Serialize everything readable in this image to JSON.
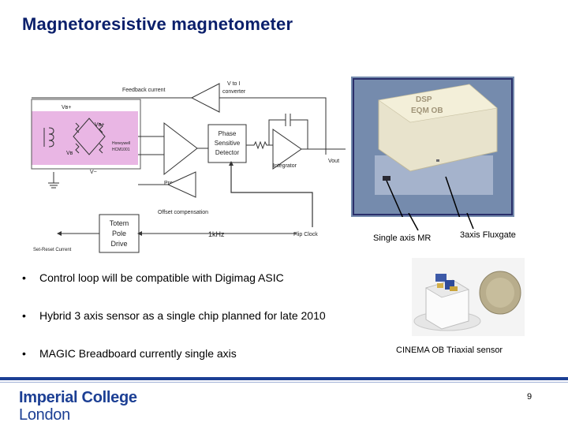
{
  "slide": {
    "title": "Magnetoresistive magnetometer",
    "page_number": "9"
  },
  "circuit": {
    "feedback_current": "Feedback current",
    "v_to_i": "V to I",
    "converter": "converter",
    "vb_plus": "Vʙ+",
    "vb_plus_top": "Vʙ+",
    "vb": "Vʙ",
    "v_minus": "V−",
    "honeywell": "Honeywell",
    "hmc": "HCM1001",
    "phase": "Phase",
    "sensitive": "Sensitive",
    "detector": "Detector",
    "preamp": "Preamp",
    "integrator": "Integrator",
    "vout": "Vout",
    "offset_compensation": "Offset compensation",
    "totem": "Totem",
    "pole": "Pole",
    "drive": "Drive",
    "freq": "1kHz",
    "flip_clock": "Flip Clock",
    "set_reset": "Set-Reset Current"
  },
  "photo1": {
    "box_line1": "DSP",
    "box_line2": "EQM OB",
    "label_mr": "Single axis MR",
    "label_fluxgate": "3axis Fluxgate"
  },
  "photo2": {
    "caption": "CINEMA OB Triaxial sensor"
  },
  "bullets": [
    {
      "marker": "•",
      "text": "Control loop will be compatible with Digimag ASIC"
    },
    {
      "marker": "•",
      "text": "Hybrid 3 axis sensor as a single chip planned for late 2010"
    },
    {
      "marker": "•",
      "text": "MAGIC Breadboard currently single axis"
    }
  ],
  "footer": {
    "logo_line1": "Imperial College",
    "logo_line2": "London",
    "brand_color": "#1c3f94"
  }
}
